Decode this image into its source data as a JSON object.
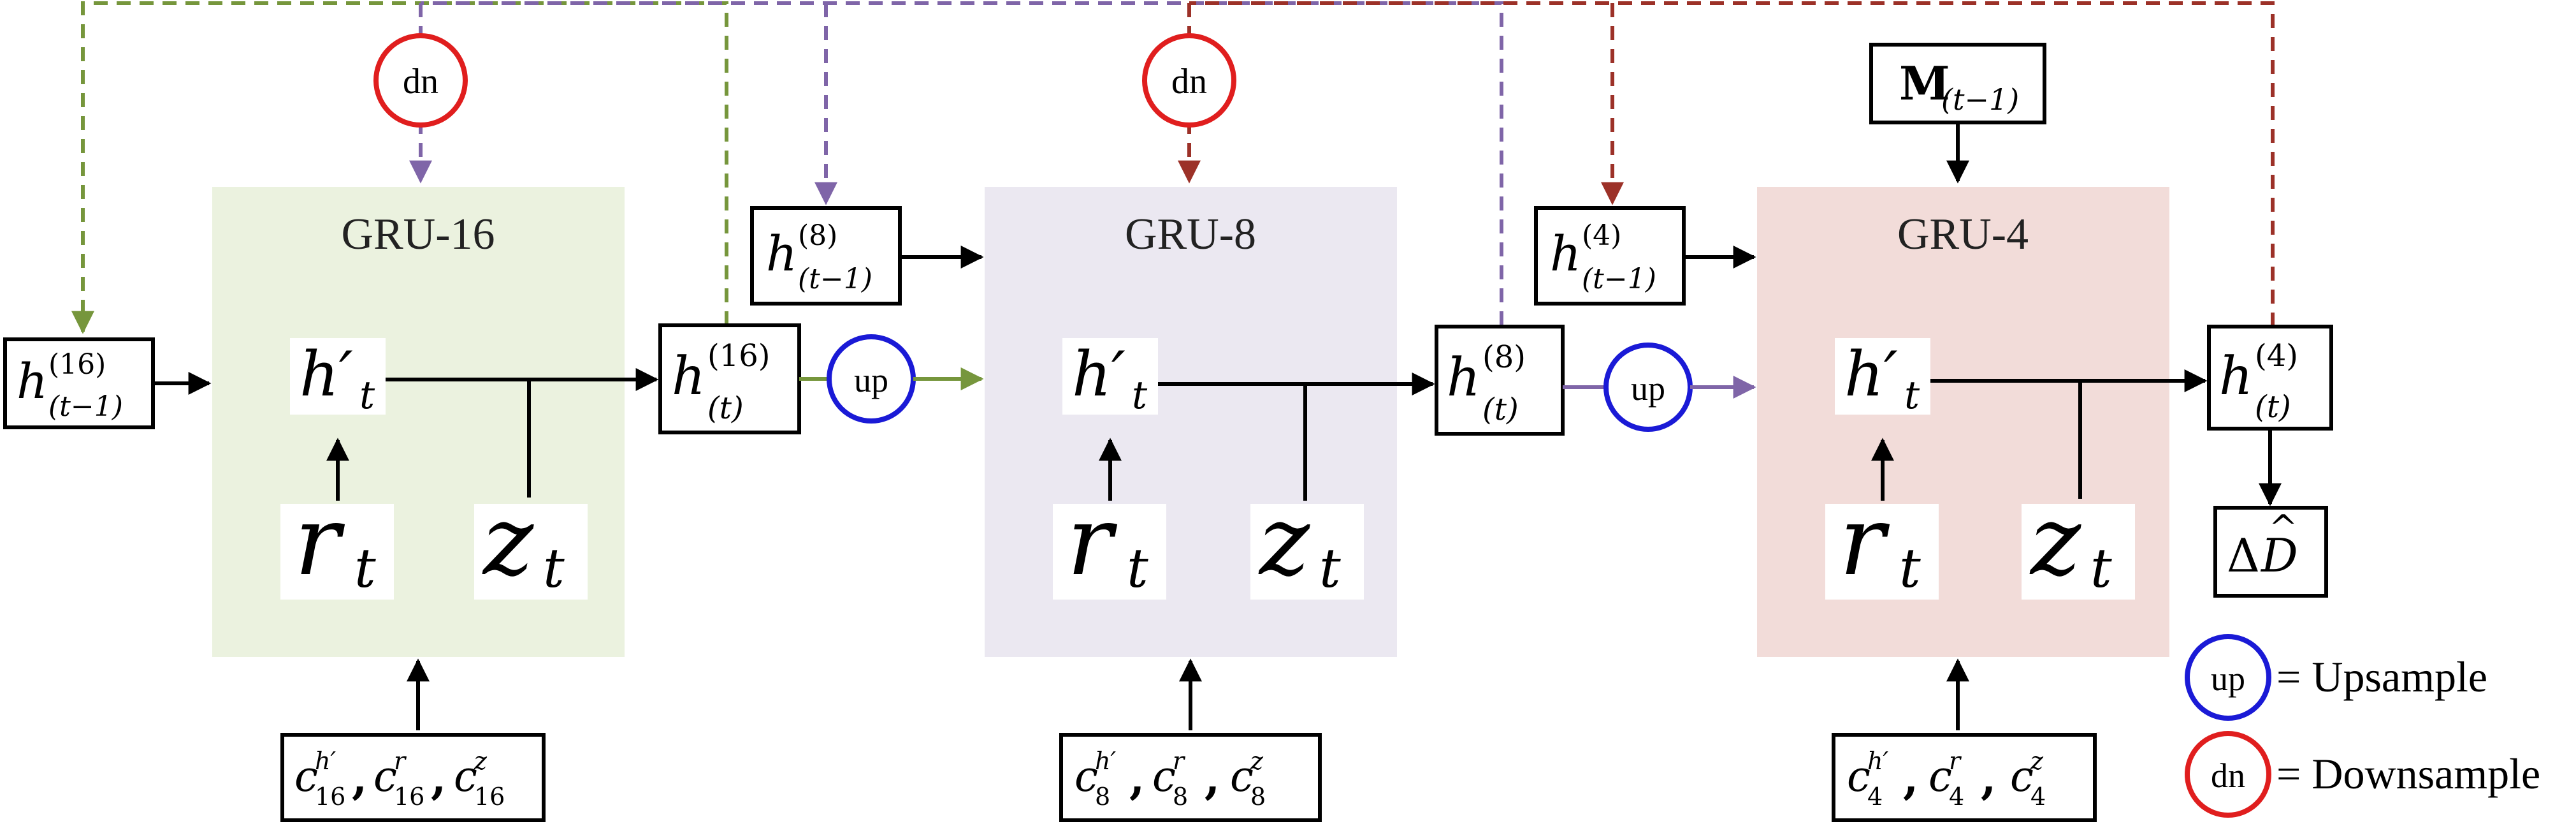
{
  "colors": {
    "green_block": "#ebf2df",
    "purple_block": "#ebe8f1",
    "red_block": "#f2dcd9",
    "green_line": "#76963c",
    "purple_line": "#7f65a8",
    "red_line": "#9c3128",
    "up_ring": "#1a1ad6",
    "dn_ring": "#e01e1e"
  },
  "blocks": [
    {
      "id": "gru16",
      "title": "GRU-16",
      "candidate": "h′",
      "candidate_sub": "t",
      "reset": "r",
      "reset_sub": "t",
      "update": "z",
      "update_sub": "t",
      "context_base": "c",
      "context_sub": "16",
      "context_sups": [
        "h′",
        "r",
        "z"
      ]
    },
    {
      "id": "gru8",
      "title": "GRU-8",
      "candidate": "h′",
      "candidate_sub": "t",
      "reset": "r",
      "reset_sub": "t",
      "update": "z",
      "update_sub": "t",
      "context_base": "c",
      "context_sub": "8",
      "context_sups": [
        "h′",
        "r",
        "z"
      ]
    },
    {
      "id": "gru4",
      "title": "GRU-4",
      "candidate": "h′",
      "candidate_sub": "t",
      "reset": "r",
      "reset_sub": "t",
      "update": "z",
      "update_sub": "t",
      "context_base": "c",
      "context_sub": "4",
      "context_sups": [
        "h′",
        "r",
        "z"
      ]
    }
  ],
  "hidden_in": [
    {
      "base": "h",
      "sup": "(16)",
      "sub": "(t−1)"
    },
    {
      "base": "h",
      "sup": "(8)",
      "sub": "(t−1)"
    },
    {
      "base": "h",
      "sup": "(4)",
      "sub": "(t−1)"
    }
  ],
  "hidden_out": [
    {
      "base": "h",
      "sup": "(16)",
      "sub": "(t)"
    },
    {
      "base": "h",
      "sup": "(8)",
      "sub": "(t)"
    },
    {
      "base": "h",
      "sup": "(4)",
      "sub": "(t)"
    }
  ],
  "mask_input": {
    "base": "M",
    "sub": "(t−1)"
  },
  "output": {
    "delta": "Δ",
    "var": "D",
    "hat": "^"
  },
  "ops": {
    "up": "up",
    "dn": "dn"
  },
  "legend": [
    {
      "op": "up",
      "text": "= Upsample"
    },
    {
      "op": "dn",
      "text": "= Downsample"
    }
  ]
}
